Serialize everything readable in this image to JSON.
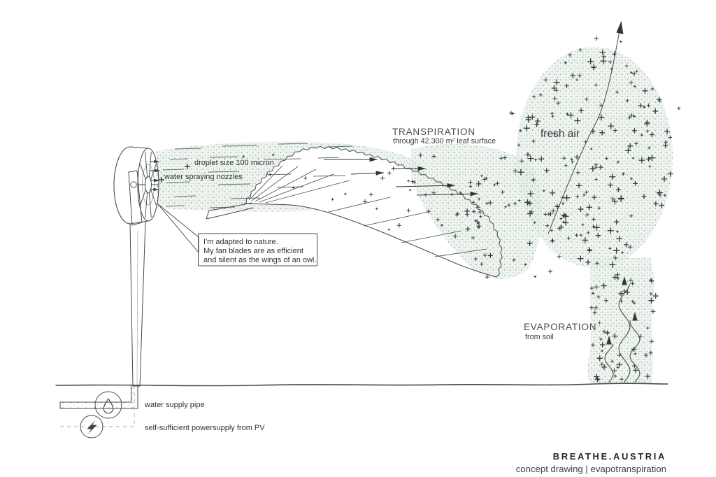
{
  "title_block": {
    "brand": "BREATHE.AUSTRIA",
    "caption": "concept drawing | evapotranspiration"
  },
  "fan": {
    "droplet_label": "droplet size 100 micron",
    "nozzles_label": "water spraying nozzles",
    "speech": [
      "I'm adapted to nature.",
      "My fan blades are as efficient",
      "and silent as the wings of an owl."
    ]
  },
  "transpiration": {
    "title": "TRANSPIRATION",
    "subtitle": "through 42.300 m² leaf surface"
  },
  "air": {
    "fresh_air": "fresh air"
  },
  "evaporation": {
    "title": "EVAPORATION",
    "subtitle": "from soil"
  },
  "infrastructure": {
    "water_label": "water supply pipe",
    "power_label": "self-sufficient powersupply from PV"
  },
  "colors": {
    "ink": "#303734",
    "line": "#454b48",
    "mist_tint": "#e5ede7",
    "mist_dot": "#96b9a5",
    "dash_gray": "#b4bab6"
  }
}
